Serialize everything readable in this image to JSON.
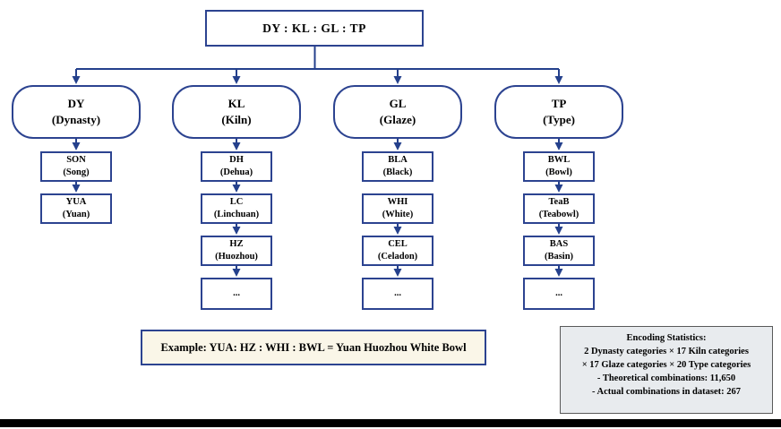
{
  "root": {
    "label": "DY : KL : GL : TP"
  },
  "columns": [
    {
      "code": "DY",
      "name": "(Dynasty)",
      "children": [
        {
          "code": "SON",
          "name": "(Song)"
        },
        {
          "code": "YUA",
          "name": "(Yuan)"
        }
      ]
    },
    {
      "code": "KL",
      "name": "(Kiln)",
      "children": [
        {
          "code": "DH",
          "name": "(Dehua)"
        },
        {
          "code": "LC",
          "name": "(Linchuan)"
        },
        {
          "code": "HZ",
          "name": "(Huozhou)"
        },
        {
          "code": "...",
          "name": ""
        }
      ]
    },
    {
      "code": "GL",
      "name": "(Glaze)",
      "children": [
        {
          "code": "BLA",
          "name": "(Black)"
        },
        {
          "code": "WHI",
          "name": "(White)"
        },
        {
          "code": "CEL",
          "name": "(Celadon)"
        },
        {
          "code": "...",
          "name": ""
        }
      ]
    },
    {
      "code": "TP",
      "name": "(Type)",
      "children": [
        {
          "code": "BWL",
          "name": "(Bowl)"
        },
        {
          "code": "TeaB",
          "name": "(Teabowl)"
        },
        {
          "code": "BAS",
          "name": "(Basin)"
        },
        {
          "code": "...",
          "name": ""
        }
      ]
    }
  ],
  "example": {
    "text": "Example: YUA: HZ : WHI : BWL = Yuan Huozhou White Bowl"
  },
  "stats": {
    "title": "Encoding Statistics:",
    "lines": [
      "2 Dynasty categories × 17 Kiln categories",
      "× 17 Glaze categories × 20 Type categories",
      "- Theoretical combinations: 11,650",
      "- Actual combinations in dataset: 267"
    ]
  },
  "colors": {
    "line_navy": "#24408c",
    "box_border_navy": "#2c4390",
    "example_background": "#faf6e8",
    "stats_background": "#e8ebee",
    "stats_border": "#595959",
    "bottom_bar": "#000000",
    "text": "#000000"
  }
}
